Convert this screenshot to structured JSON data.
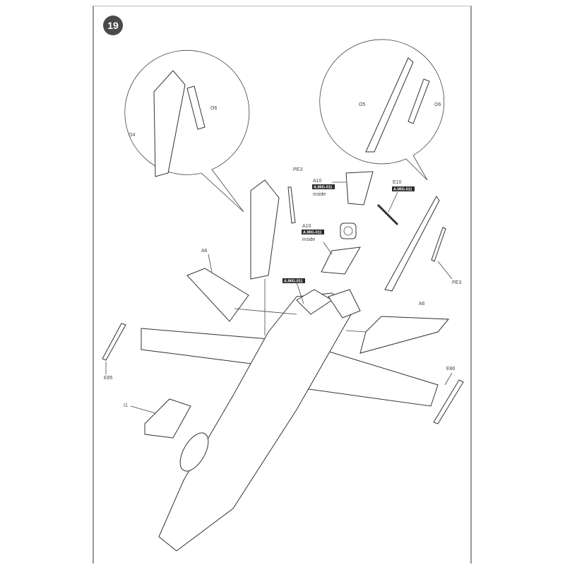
{
  "step": {
    "number": "19"
  },
  "callouts": {
    "left_zoom": {
      "part_a": "O4",
      "part_b": "O6"
    },
    "right_zoom": {
      "part_a": "O5",
      "part_b": "O6"
    }
  },
  "labels": {
    "pe3_left": "PE3",
    "a10_top": "A10",
    "a10_top_paint": "A.MIG-011",
    "a10_top_note": "inside",
    "a10_mid": "A10",
    "a10_mid_paint": "A.MIG-011",
    "a10_mid_note": "inside",
    "e10": "E10",
    "e10_paint": "A.MIG-011",
    "cockpit_paint": "A.MIG-011",
    "a6_left": "A6",
    "a6_right": "A6",
    "pe3_right": "PE3",
    "e85": "E85",
    "e86": "E86",
    "i1": "I1"
  },
  "colors": {
    "badge": "#4a4a4a",
    "line": "#444444",
    "paint_tag": "#2a2a2a"
  }
}
